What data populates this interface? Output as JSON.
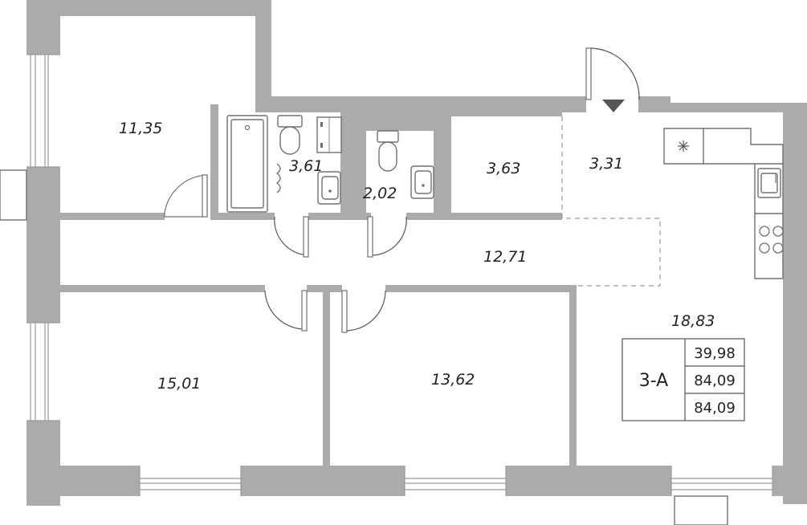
{
  "apartment": {
    "type_code": "3-A",
    "areas": {
      "living": "39,98",
      "total": "84,09",
      "total_with_balcony": "84,09"
    }
  },
  "rooms": [
    {
      "id": "bedroom-top-left",
      "area": "11,35"
    },
    {
      "id": "bathroom",
      "area": "3,61"
    },
    {
      "id": "toilet",
      "area": "2,02"
    },
    {
      "id": "storage",
      "area": "3,63"
    },
    {
      "id": "entry-hall",
      "area": "3,31"
    },
    {
      "id": "corridor",
      "area": "12,71"
    },
    {
      "id": "kitchen-living",
      "area": "18,83"
    },
    {
      "id": "bedroom-bottom-left",
      "area": "15,01"
    },
    {
      "id": "bedroom-bottom-middle",
      "area": "13,62"
    }
  ],
  "colors": {
    "wall": "#ababab",
    "line": "#707070",
    "text": "#222222",
    "entry_marker": "#555555"
  },
  "icons": {
    "entry": "entry-triangle-icon",
    "ventilation": "ventilation-asterisk-icon",
    "stove": "stove-icon",
    "sink": "sink-icon",
    "toilet": "toilet-icon",
    "bathtub": "bathtub-icon"
  }
}
